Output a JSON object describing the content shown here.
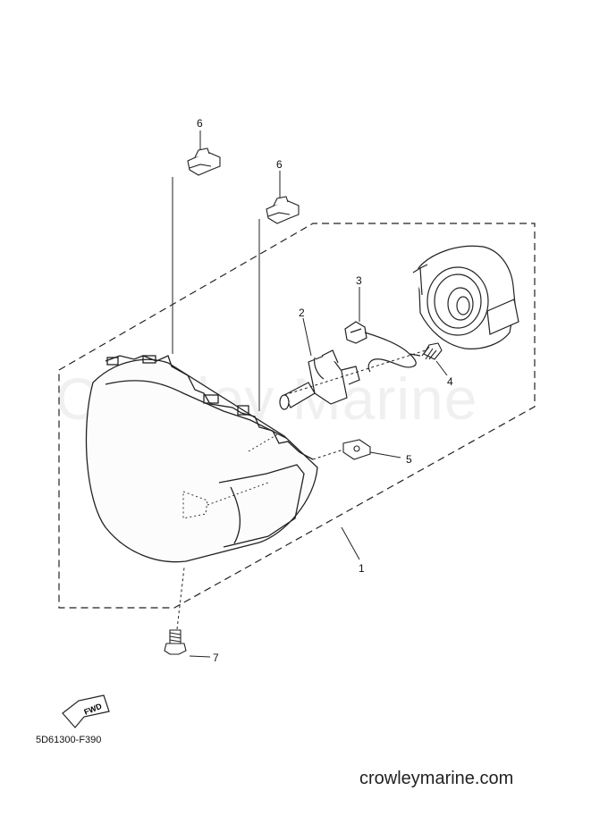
{
  "parts": [
    {
      "number": "1",
      "name": "headlight-lens-housing"
    },
    {
      "number": "2",
      "name": "bulb"
    },
    {
      "number": "3",
      "name": "bulb-holder-wire"
    },
    {
      "number": "4",
      "name": "screw"
    },
    {
      "number": "5",
      "name": "nut"
    },
    {
      "number": "6",
      "name": "clip"
    },
    {
      "number": "7",
      "name": "bolt"
    }
  ],
  "fwd_label": "FWD",
  "reference_code": "5D61300-F390",
  "watermark": "Crowley Marine",
  "footer": "crowleymarine.com",
  "colors": {
    "line": "#222222",
    "background": "#ffffff"
  }
}
